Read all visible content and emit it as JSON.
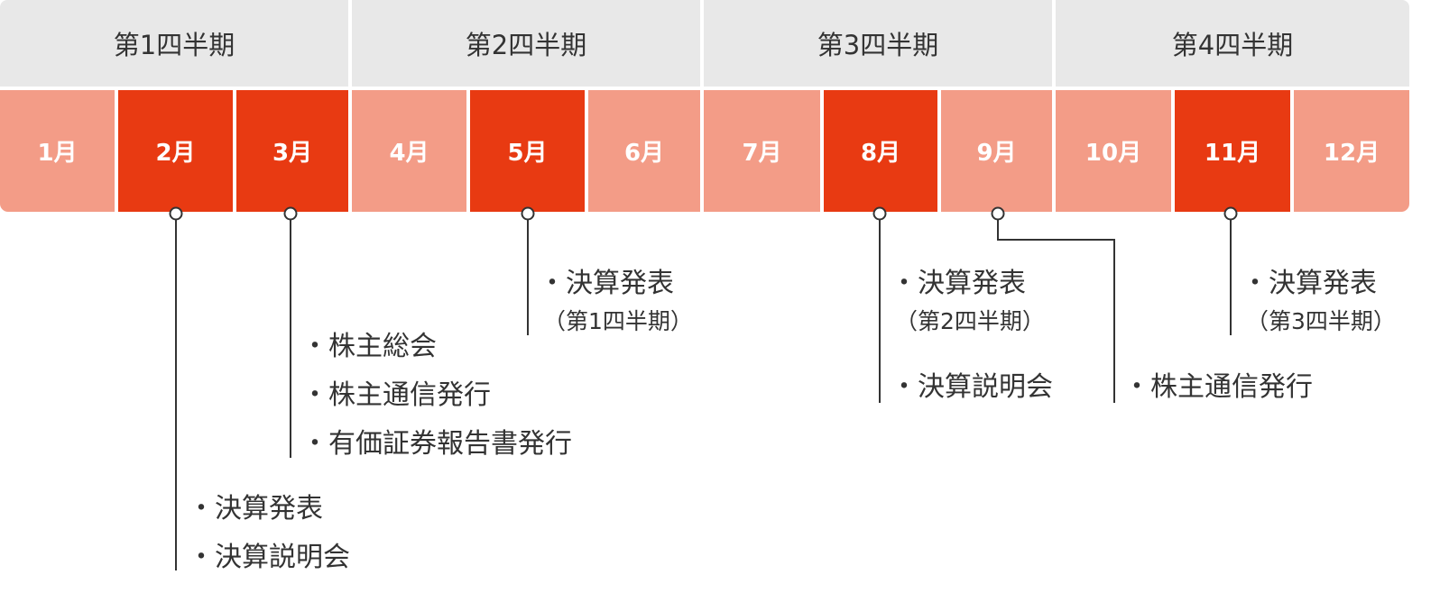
{
  "colors": {
    "accent": "#e83a12",
    "light": "#f39c87",
    "header_bg": "#e8e8e8",
    "text": "#333333"
  },
  "quarters": [
    {
      "label": "第1四半期"
    },
    {
      "label": "第2四半期"
    },
    {
      "label": "第3四半期"
    },
    {
      "label": "第4四半期"
    }
  ],
  "months": [
    {
      "label": "1月",
      "highlight": false
    },
    {
      "label": "2月",
      "highlight": true
    },
    {
      "label": "3月",
      "highlight": true
    },
    {
      "label": "4月",
      "highlight": false
    },
    {
      "label": "5月",
      "highlight": true
    },
    {
      "label": "6月",
      "highlight": false
    },
    {
      "label": "7月",
      "highlight": false
    },
    {
      "label": "8月",
      "highlight": true
    },
    {
      "label": "9月",
      "highlight": false
    },
    {
      "label": "10月",
      "highlight": false
    },
    {
      "label": "11月",
      "highlight": true
    },
    {
      "label": "12月",
      "highlight": false
    }
  ],
  "events": {
    "feb": [
      "・決算発表",
      "・決算説明会"
    ],
    "mar": [
      "・株主総会",
      "・株主通信発行",
      "・有価証券報告書発行"
    ],
    "may": {
      "title": "・決算発表",
      "sub": "（第1四半期）"
    },
    "aug": {
      "title": "・決算発表",
      "sub": "（第2四半期）",
      "extra": "・決算説明会"
    },
    "sep": [
      "・株主通信発行"
    ],
    "nov": {
      "title": "・決算発表",
      "sub": "（第3四半期）"
    }
  }
}
